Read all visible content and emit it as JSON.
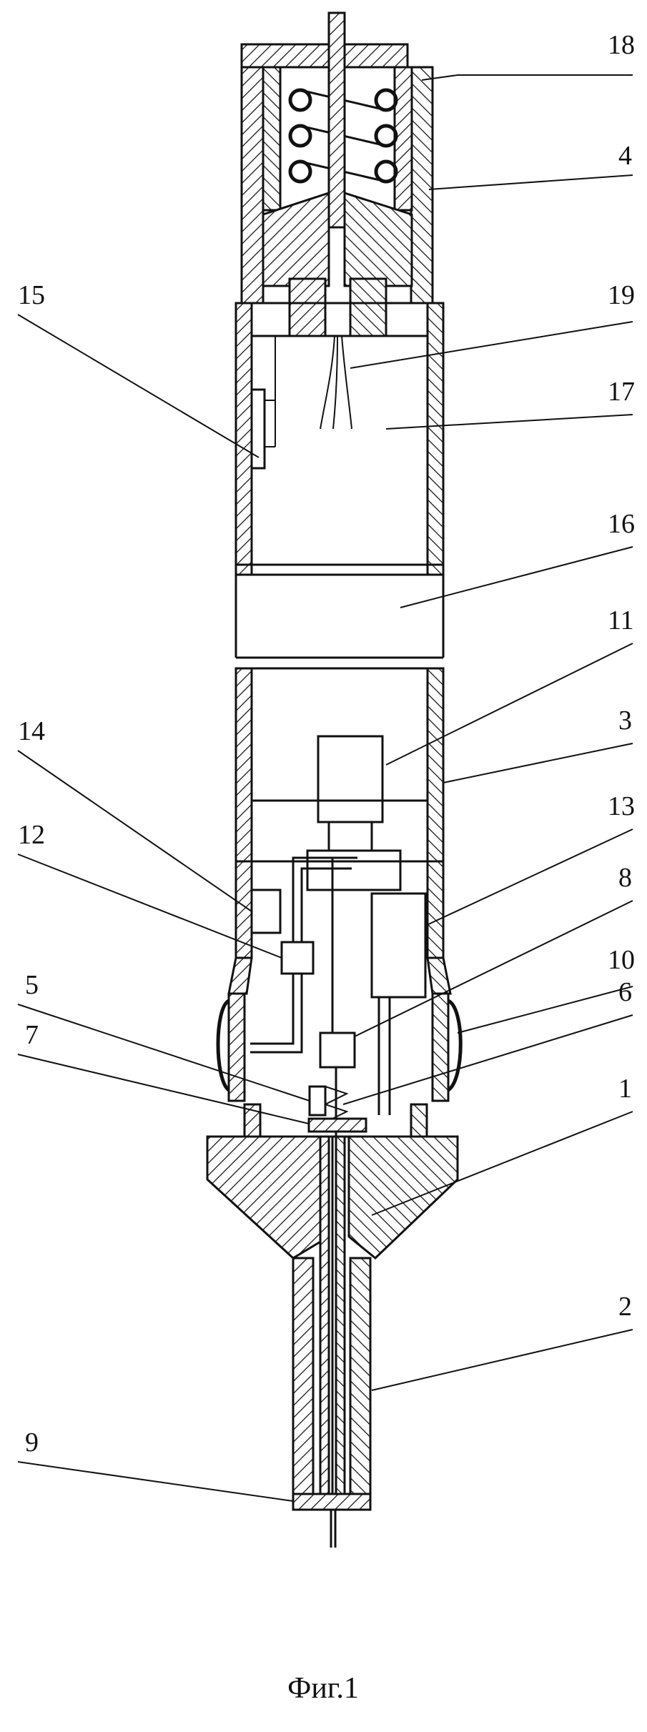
{
  "figure": {
    "caption": "Фиг.1",
    "labels": {
      "l1": "1",
      "l2": "2",
      "l3": "3",
      "l4": "4",
      "l5": "5",
      "l6": "6",
      "l7": "7",
      "l8": "8",
      "l9": "9",
      "l10": "10",
      "l11": "11",
      "l12": "12",
      "l13": "13",
      "l14": "14",
      "l15": "15",
      "l16": "16",
      "l17": "17",
      "l18": "18",
      "l19": "19"
    }
  }
}
